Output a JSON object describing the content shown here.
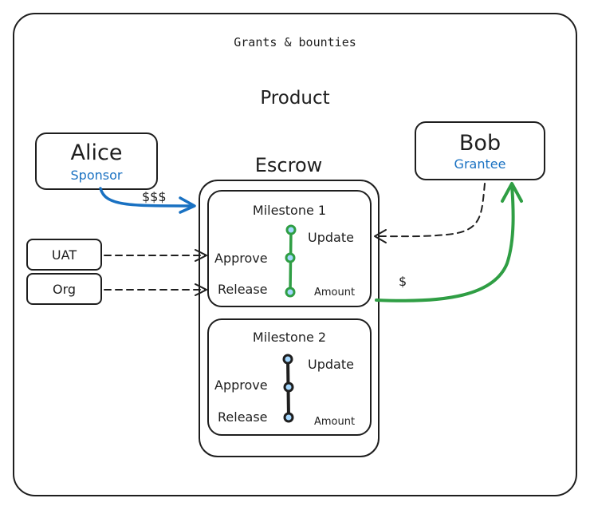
{
  "title": "Grants & bounties",
  "product_label": "Product",
  "alice": {
    "name": "Alice",
    "role": "Sponsor"
  },
  "bob": {
    "name": "Bob",
    "role": "Grantee"
  },
  "escrow": {
    "label": "Escrow",
    "milestones": [
      {
        "title": "Milestone 1",
        "update": "Update",
        "approve": "Approve",
        "release": "Release",
        "amount": "Amount",
        "color": "#2f9e44"
      },
      {
        "title": "Milestone 2",
        "update": "Update",
        "approve": "Approve",
        "release": "Release",
        "amount": "Amount",
        "color": "#1e1e1e"
      }
    ]
  },
  "actors": {
    "uat": "UAT",
    "org": "Org"
  },
  "flows": {
    "sponsor_payment": "$$$",
    "payout": "$"
  },
  "colors": {
    "blue": "#1971c2",
    "green": "#2f9e44",
    "stroke": "#1e1e1e",
    "dot_fill": "#a5d8ff"
  }
}
